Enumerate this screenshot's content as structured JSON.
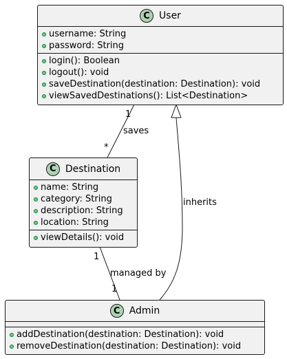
{
  "classes": {
    "user": {
      "name": "User",
      "stereotype": "C",
      "attributes": [
        "username: String",
        "password: String"
      ],
      "methods": [
        "login(): Boolean",
        "logout(): void",
        "saveDestination(destination: Destination): void",
        "viewSavedDestinations(): List<Destination>"
      ]
    },
    "destination": {
      "name": "Destination",
      "stereotype": "C",
      "attributes": [
        "name: String",
        "category: String",
        "description: String",
        "location: String"
      ],
      "methods": [
        "viewDetails(): void"
      ]
    },
    "admin": {
      "name": "Admin",
      "stereotype": "C",
      "attributes": [],
      "methods": [
        "addDestination(destination: Destination): void",
        "removeDestination(destination: Destination): void"
      ]
    }
  },
  "relations": {
    "saves": {
      "label": "saves",
      "from_mult": "1",
      "to_mult": "*"
    },
    "managed_by": {
      "label": "managed by",
      "from_mult": "1",
      "to_mult": "1"
    },
    "inherits": {
      "label": "inherits"
    }
  },
  "colors": {
    "box_fill": "#f1f1f1",
    "border": "#181818",
    "badge": "#add1b2",
    "visibility_dot": "#84be84"
  }
}
